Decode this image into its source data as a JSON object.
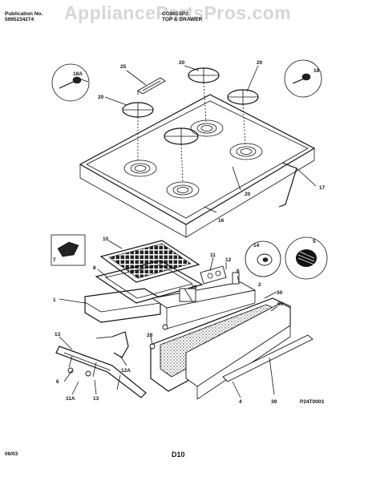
{
  "header": {
    "publication_label": "Publication No.",
    "publication_number": "5995234274",
    "model": "CG901SP2",
    "section_title": "TOP & DRAWER",
    "watermark": "AppliancePartsPros.com"
  },
  "footer": {
    "date": "06/03",
    "page": "D10",
    "figure_code": "P24T0003"
  },
  "callouts": {
    "c25": "25",
    "c20a": "20",
    "c20b": "20",
    "c20c": "20",
    "c20d": "20",
    "c18a": "18A",
    "c18": "18",
    "c17": "17",
    "c16": "16",
    "c10": "10",
    "c7": "7",
    "c8": "8",
    "c11": "11",
    "c12": "12",
    "c6": "6",
    "c14": "14",
    "c5": "5",
    "c2": "2",
    "c29": "29",
    "c30": "30",
    "c60": "60",
    "c1": "1",
    "c13a": "13",
    "c12a": "12A",
    "c28": "28",
    "c6b": "6",
    "c11a": "11A",
    "c13b": "13",
    "c4": "4",
    "c39": "39"
  },
  "colors": {
    "ink": "#111111",
    "paper": "#ffffff"
  }
}
